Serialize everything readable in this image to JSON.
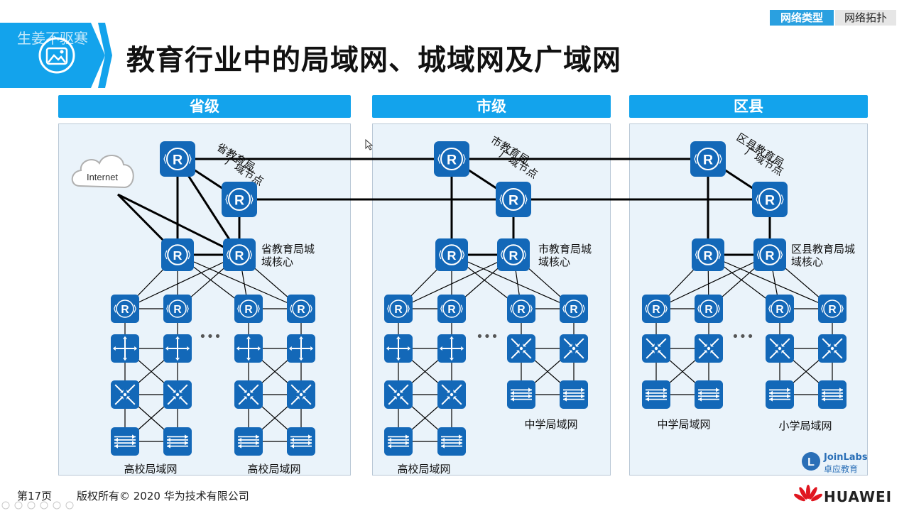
{
  "header": {
    "watermark_text": "生姜不驱寒",
    "title": "教育行业中的局域网、城域网及广域网",
    "breadcrumb": [
      {
        "label": "网络类型",
        "active": true
      },
      {
        "label": "网络拓扑",
        "active": false
      }
    ]
  },
  "panels": [
    {
      "header": "省级"
    },
    {
      "header": "市级"
    },
    {
      "header": "区县"
    }
  ],
  "diagram": {
    "cloud_label": "Internet",
    "node_labels": {
      "province_wan": "省教育局广域节点",
      "province_core": "省教育局城域核心",
      "city_wan": "市教育局广域节点",
      "city_core": "市教育局城域核心",
      "county_wan": "区县教育局广域节点",
      "county_core": "区县教育局城域核心"
    },
    "ellipsis": "•••",
    "lan_labels": {
      "p_college_1": "高校局域网",
      "p_college_2": "高校局域网",
      "c_college": "高校局域网",
      "c_middle": "中学局域网",
      "d_middle": "中学局域网",
      "d_primary": "小学局域网"
    },
    "colors": {
      "device": "#1368b8",
      "line": "#000000",
      "accent": "#13a3ec"
    }
  },
  "footer": {
    "page": "第17页",
    "copyright": "版权所有© 2020 华为技术有限公司",
    "brand": "HUAWEI",
    "joinlabs_en": "JoinLabs",
    "joinlabs_cn": "卓应教育"
  }
}
